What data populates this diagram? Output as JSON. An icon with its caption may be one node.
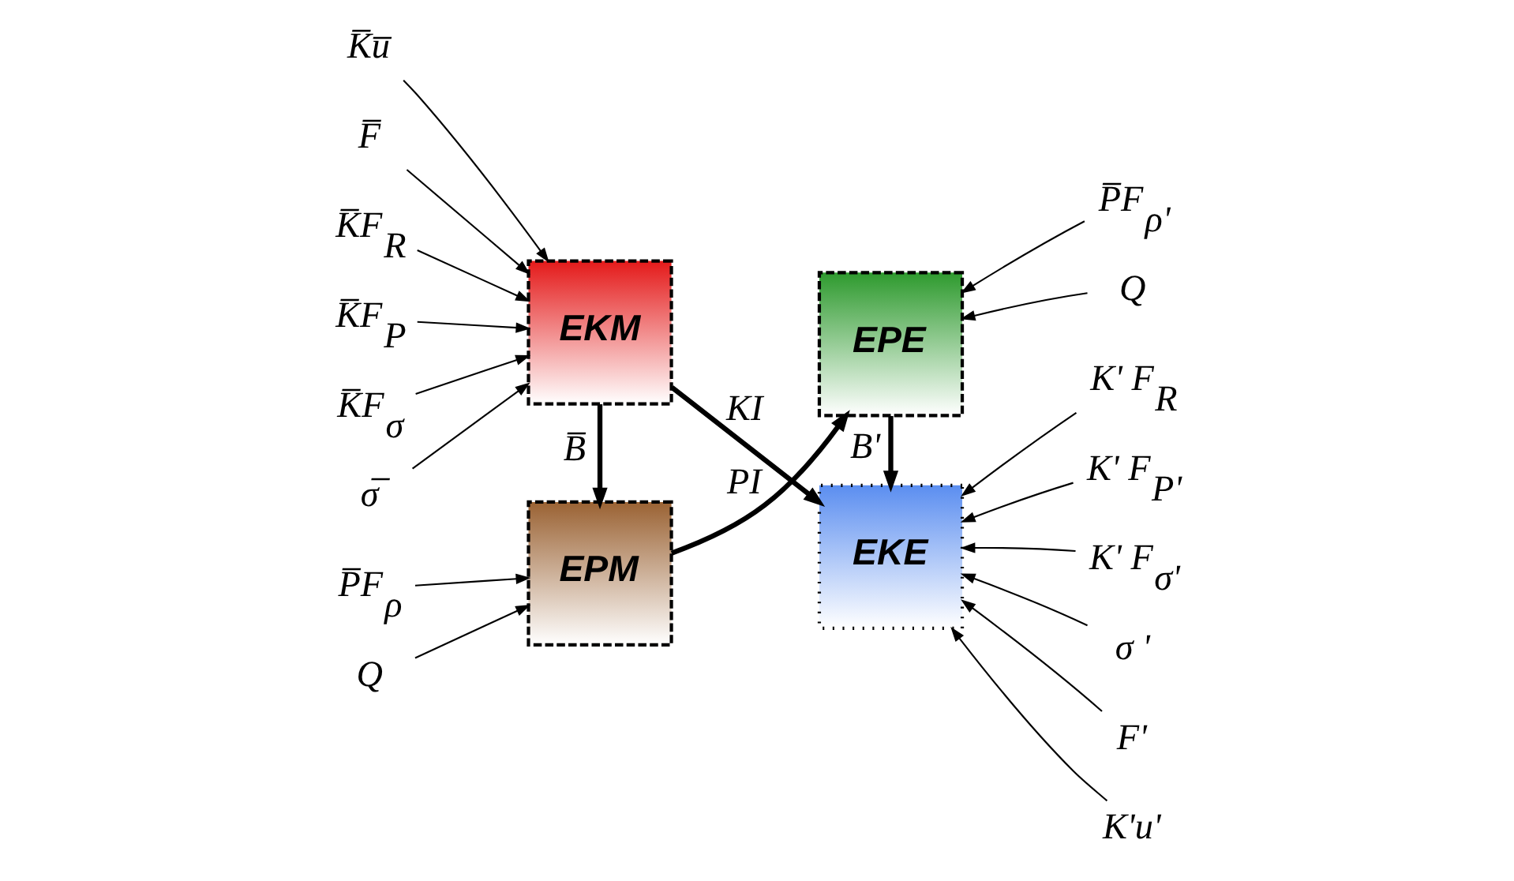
{
  "diagram": {
    "nodes": [
      {
        "text": [
          "EKM"
        ]
      },
      {
        "text": [
          "EKE"
        ]
      },
      {
        "text": [
          "EPM"
        ]
      },
      {
        "text": [
          "EPE"
        ]
      },
      {
        "text": [
          "K̅u̅"
        ]
      },
      {
        "text": [
          "F̅"
        ]
      },
      {
        "text": [
          "K̅F$_{R}$"
        ]
      },
      {
        "text": [
          "K̅F$_{P}$"
        ]
      },
      {
        "text": [
          "K̅F$_{σ}$"
        ]
      },
      {
        "text": [
          "σ̅"
        ]
      },
      {
        "text": [
          "F'"
        ]
      },
      {
        "text": [
          "K'u'"
        ]
      },
      {
        "text": [
          "K' F$_{R}$"
        ]
      },
      {
        "text": [
          "K' F$_{P'}$"
        ]
      },
      {
        "text": [
          "K' F$_{σ'}$"
        ]
      },
      {
        "text": [
          "σ '"
        ]
      },
      {
        "text": [
          "P̅F$_{ρ}$"
        ]
      },
      {
        "text": [
          "Q"
        ]
      },
      {
        "text": [
          "P̅F$_{ρ'}$"
        ]
      },
      {
        "text": [
          "Q"
        ]
      }
    ],
    "edges": [
      {
        "from": 0,
        "to": 1,
        "arrow": "to",
        "label": "KI",
        "style": "thick"
      },
      {
        "from": 0,
        "to": 2,
        "arrow": "to",
        "label": "B̅",
        "style": "thick"
      },
      {
        "from": 2,
        "to": 3,
        "arrow": "to",
        "label": "PI",
        "style": "thick"
      },
      {
        "from": 3,
        "to": 1,
        "arrow": "to",
        "label": "B'",
        "style": "thick"
      },
      {
        "from": 4,
        "to": 0,
        "arrow": "to"
      },
      {
        "from": 5,
        "to": 0,
        "arrow": "to"
      },
      {
        "from": 6,
        "to": 0,
        "arrow": "to"
      },
      {
        "from": 7,
        "to": 0,
        "arrow": "to"
      },
      {
        "from": 8,
        "to": 0,
        "arrow": "to"
      },
      {
        "from": 9,
        "to": 0,
        "arrow": "to"
      },
      {
        "from": 10,
        "to": 1,
        "arrow": "to"
      },
      {
        "from": 11,
        "to": 1,
        "arrow": "to"
      },
      {
        "from": 12,
        "to": 1,
        "arrow": "to"
      },
      {
        "from": 13,
        "to": 1,
        "arrow": "to"
      },
      {
        "from": 14,
        "to": 1,
        "arrow": "to"
      },
      {
        "from": 15,
        "to": 1,
        "arrow": "to"
      },
      {
        "from": 16,
        "to": 2,
        "arrow": "to"
      },
      {
        "from": 17,
        "to": 2,
        "arrow": "to"
      },
      {
        "from": 18,
        "to": 3,
        "arrow": "to"
      },
      {
        "from": 19,
        "to": 3,
        "arrow": "to"
      }
    ]
  }
}
